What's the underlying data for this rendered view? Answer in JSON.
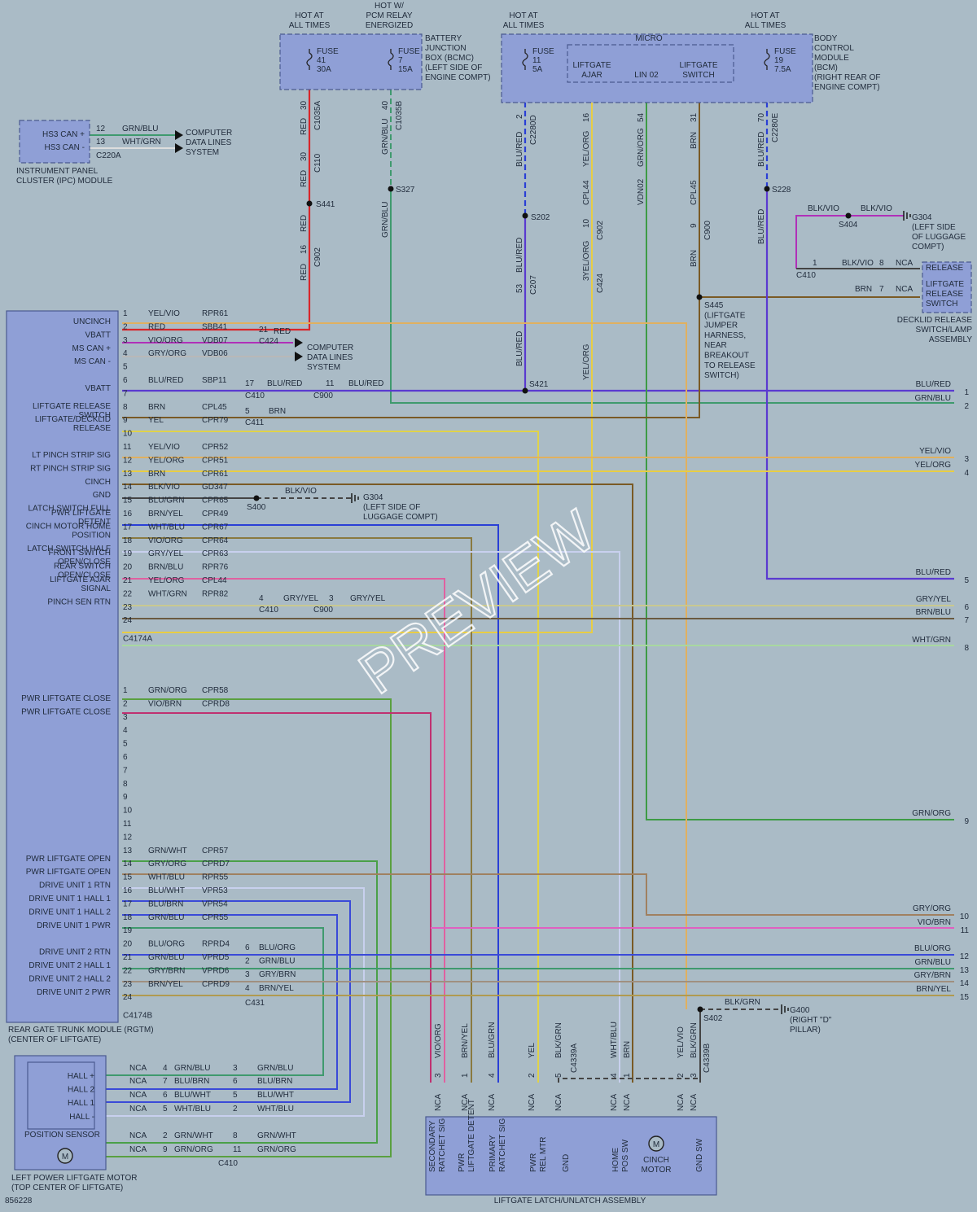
{
  "colors": {
    "background": "#aabbc6",
    "module_fill": "#8f9fd6",
    "RED": "#d8262b",
    "BLU": "#2a3fd6",
    "BLU/RED": "#5a3ad0",
    "YEL": "#e0d24a",
    "YEL/VIO": "#e0b060",
    "YEL/ORG": "#e8cd44",
    "GRN": "#3d9b45",
    "GRN/BLU": "#3f9a6e",
    "BRN": "#7a5a25",
    "BLK": "#222222",
    "VIO": "#b030b8",
    "GRY": "#b8b8b8",
    "WHT": "#eeeeee"
  },
  "watermark": "PREVIEW",
  "diagram_id": "856228",
  "headers": {
    "hot1": [
      "HOT AT",
      "ALL TIMES"
    ],
    "hot2": [
      "HOT W/",
      "PCM RELAY",
      "ENERGIZED"
    ],
    "hot3": [
      "HOT AT",
      "ALL TIMES"
    ],
    "hot4": [
      "HOT AT",
      "ALL TIMES"
    ]
  },
  "bjb": {
    "fuse41": [
      "FUSE",
      "41",
      "30A"
    ],
    "fuse7": [
      "FUSE",
      "7",
      "15A"
    ],
    "label": [
      "BATTERY",
      "JUNCTION",
      "BOX (BCMC)",
      "(LEFT SIDE OF",
      "ENGINE COMPT)"
    ]
  },
  "bcm": {
    "fuse11": [
      "FUSE",
      "11",
      "5A"
    ],
    "fuse19": [
      "FUSE",
      "19",
      "7.5A"
    ],
    "micro": "MICRO",
    "ajar": [
      "LIFTGATE",
      "AJAR"
    ],
    "lin": "LIN 02",
    "switch": [
      "LIFTGATE",
      "SWITCH"
    ],
    "label": [
      "BODY",
      "CONTROL",
      "MODULE",
      "(BCM)",
      "(RIGHT REAR OF",
      "ENGINE COMPT)"
    ]
  },
  "ipc": {
    "hs3p": "HS3 CAN +",
    "hs3m": "HS3 CAN -",
    "p12": "12",
    "p13": "13",
    "conn": "C220A",
    "w1": "GRN/BLU",
    "w2": "WHT/GRN",
    "dest": [
      "COMPUTER",
      "DATA LINES",
      "SYSTEM"
    ],
    "label": [
      "INSTRUMENT PANEL",
      "CLUSTER (IPC) MODULE"
    ]
  },
  "rgtm": {
    "pins_a": [
      {
        "label": "UNCINCH",
        "pin": "1",
        "color": "YEL/VIO",
        "circuit": "RPR61"
      },
      {
        "label": "VBATT",
        "pin": "2",
        "color": "RED",
        "circuit": "SBB41"
      },
      {
        "label": "MS CAN +",
        "pin": "3",
        "color": "VIO/ORG",
        "circuit": "VDB07"
      },
      {
        "label": "MS CAN -",
        "pin": "4",
        "color": "GRY/ORG",
        "circuit": "VDB06"
      },
      {
        "label": "",
        "pin": "5",
        "color": "",
        "circuit": ""
      },
      {
        "label": "VBATT",
        "pin": "6",
        "color": "BLU/RED",
        "circuit": "SBP11"
      },
      {
        "label": "",
        "pin": "7",
        "color": "",
        "circuit": ""
      },
      {
        "label": "LIFTGATE RELEASE SWITCH",
        "pin": "8",
        "color": "BRN",
        "circuit": "CPL45"
      },
      {
        "label": "LIFTGATE/DECKLID RELEASE",
        "pin": "9",
        "color": "YEL",
        "circuit": "CPR79"
      },
      {
        "label": "",
        "pin": "10",
        "color": "",
        "circuit": ""
      },
      {
        "label": "LT PINCH STRIP SIG",
        "pin": "11",
        "color": "YEL/VIO",
        "circuit": "CPR52"
      },
      {
        "label": "RT PINCH STRIP SIG",
        "pin": "12",
        "color": "YEL/ORG",
        "circuit": "CPR51"
      },
      {
        "label": "CINCH",
        "pin": "13",
        "color": "BRN",
        "circuit": "CPR61"
      },
      {
        "label": "GND",
        "pin": "14",
        "color": "BLK/VIO",
        "circuit": "GD347"
      },
      {
        "label": "LATCH SWITCH FULL",
        "pin": "15",
        "color": "BLU/GRN",
        "circuit": "CPR65"
      },
      {
        "label": "PWR LIFTGATE DETENT",
        "pin": "16",
        "color": "BRN/YEL",
        "circuit": "CPR49"
      },
      {
        "label": "CINCH MOTOR HOME POSITION",
        "pin": "17",
        "color": "WHT/BLU",
        "circuit": "CPR67"
      },
      {
        "label": "LATCH SWITCH HALF",
        "pin": "18",
        "color": "VIO/ORG",
        "circuit": "CPR64"
      },
      {
        "label": "FRONT SWITCH OPEN/CLOSE",
        "pin": "19",
        "color": "GRY/YEL",
        "circuit": "CPR63"
      },
      {
        "label": "REAR SWITCH OPEN/CLOSE",
        "pin": "20",
        "color": "BRN/BLU",
        "circuit": "RPR76"
      },
      {
        "label": "LIFTGATE AJAR SIGNAL",
        "pin": "21",
        "color": "YEL/ORG",
        "circuit": "CPL44"
      },
      {
        "label": "PINCH SEN RTN",
        "pin": "22",
        "color": "WHT/GRN",
        "circuit": "RPR82"
      },
      {
        "label": "",
        "pin": "23",
        "color": "",
        "circuit": ""
      },
      {
        "label": "",
        "pin": "24",
        "color": "",
        "circuit": ""
      }
    ],
    "conn_a": "C4174A",
    "pins_b": [
      {
        "label": "PWR LIFTGATE CLOSE",
        "pin": "1",
        "color": "GRN/ORG",
        "circuit": "CPR58"
      },
      {
        "label": "PWR LIFTGATE CLOSE",
        "pin": "2",
        "color": "VIO/BRN",
        "circuit": "CPRD8"
      },
      {
        "label": "",
        "pin": "3",
        "color": "",
        "circuit": ""
      },
      {
        "label": "",
        "pin": "4",
        "color": "",
        "circuit": ""
      },
      {
        "label": "",
        "pin": "5",
        "color": "",
        "circuit": ""
      },
      {
        "label": "",
        "pin": "6",
        "color": "",
        "circuit": ""
      },
      {
        "label": "",
        "pin": "7",
        "color": "",
        "circuit": ""
      },
      {
        "label": "",
        "pin": "8",
        "color": "",
        "circuit": ""
      },
      {
        "label": "",
        "pin": "9",
        "color": "",
        "circuit": ""
      },
      {
        "label": "",
        "pin": "10",
        "color": "",
        "circuit": ""
      },
      {
        "label": "",
        "pin": "11",
        "color": "",
        "circuit": ""
      },
      {
        "label": "",
        "pin": "12",
        "color": "",
        "circuit": ""
      },
      {
        "label": "PWR LIFTGATE OPEN",
        "pin": "13",
        "color": "GRN/WHT",
        "circuit": "CPR57"
      },
      {
        "label": "PWR LIFTGATE OPEN",
        "pin": "14",
        "color": "GRY/ORG",
        "circuit": "CPRD7"
      },
      {
        "label": "DRIVE UNIT 1 RTN",
        "pin": "15",
        "color": "WHT/BLU",
        "circuit": "RPR55"
      },
      {
        "label": "DRIVE UNIT 1 HALL 1",
        "pin": "16",
        "color": "BLU/WHT",
        "circuit": "VPR53"
      },
      {
        "label": "DRIVE UNIT 1 HALL 2",
        "pin": "17",
        "color": "BLU/BRN",
        "circuit": "VPR54"
      },
      {
        "label": "DRIVE UNIT 1 PWR",
        "pin": "18",
        "color": "GRN/BLU",
        "circuit": "CPR55"
      },
      {
        "label": "",
        "pin": "19",
        "color": "",
        "circuit": ""
      },
      {
        "label": "DRIVE UNIT 2 RTN",
        "pin": "20",
        "color": "BLU/ORG",
        "circuit": "RPRD4"
      },
      {
        "label": "DRIVE UNIT 2 HALL 1",
        "pin": "21",
        "color": "GRN/BLU",
        "circuit": "VPRD5"
      },
      {
        "label": "DRIVE UNIT 2 HALL 2",
        "pin": "22",
        "color": "GRY/BRN",
        "circuit": "VPRD6"
      },
      {
        "label": "DRIVE UNIT 2 PWR",
        "pin": "23",
        "color": "BRN/YEL",
        "circuit": "CPRD9"
      },
      {
        "label": "",
        "pin": "24",
        "color": "",
        "circuit": ""
      }
    ],
    "conn_b": "C4174B",
    "label": [
      "REAR GATE TRUNK MODULE (RGTM)",
      "(CENTER OF LIFTGATE)"
    ]
  },
  "right_wires": [
    {
      "label": "BLU/RED",
      "num": "1"
    },
    {
      "label": "GRN/BLU",
      "num": "2"
    },
    {
      "label": "YEL/VIO",
      "num": "3"
    },
    {
      "label": "YEL/ORG",
      "num": "4"
    },
    {
      "label": "BLU/RED",
      "num": "5"
    },
    {
      "label": "GRY/YEL",
      "num": "6"
    },
    {
      "label": "BRN/BLU",
      "num": "7"
    },
    {
      "label": "WHT/GRN",
      "num": "8"
    },
    {
      "label": "GRN/ORG",
      "num": "9"
    },
    {
      "label": "GRY/ORG",
      "num": "10"
    },
    {
      "label": "VIO/BRN",
      "num": "11"
    },
    {
      "label": "BLU/ORG",
      "num": "12"
    },
    {
      "label": "GRN/BLU",
      "num": "13"
    },
    {
      "label": "GRY/BRN",
      "num": "14"
    },
    {
      "label": "BRN/YEL",
      "num": "15"
    }
  ],
  "vert": {
    "red_top": {
      "pin": "30",
      "conn": "C1035A"
    },
    "red_mid": {
      "pin": "30",
      "conn": "C110"
    },
    "s441": "S441",
    "red_low": {
      "pin": "16",
      "conn": "C902"
    },
    "red": "RED",
    "gb_top": {
      "pin": "40",
      "conn": "C1035B"
    },
    "gb": "GRN/BLU",
    "s327": "S327",
    "br_top": {
      "pin": "2",
      "conn": "C2280D"
    },
    "blured": "BLU/RED",
    "s202": "S202",
    "br_mid": {
      "pin": "53",
      "conn": "C207"
    },
    "s421": "S421",
    "yo_top": {
      "pin": "16",
      "conn": "CPL44"
    },
    "yo_c902": {
      "pin": "10",
      "conn": "C902"
    },
    "yo_c424": {
      "pin": "3",
      "conn": "C424"
    },
    "yelorg": "YEL/ORG",
    "go_top": {
      "pin": "54",
      "conn": "VDN02"
    },
    "grnorg": "GRN/ORG",
    "bn_top": {
      "pin": "31",
      "conn": "CPL45"
    },
    "bn_c900": {
      "pin": "9",
      "conn": "C900"
    },
    "brn": "BRN",
    "s445": [
      "S445",
      "(LIFTGATE",
      "JUMPER",
      "HARNESS,",
      "NEAR",
      "BREAKOUT",
      "TO RELEASE",
      "SWITCH)"
    ],
    "br2_top": {
      "pin": "70",
      "conn": "C2280E"
    },
    "s228": "S228"
  },
  "row_conns": {
    "c424": {
      "pin": "21",
      "color": "RED",
      "conn": "C424"
    },
    "c410a": {
      "pin": "17",
      "color": "BLU/RED",
      "conn": "C410"
    },
    "c900a": {
      "pin": "11",
      "color": "BLU/RED",
      "conn": "C900"
    },
    "c411": {
      "pin": "5",
      "color": "BRN",
      "conn": "C411"
    },
    "gnd": {
      "splice": "S400",
      "color": "BLK/VIO",
      "g": [
        "G304",
        "(LEFT SIDE OF",
        "LUGGAGE COMPT)"
      ]
    },
    "c410b": {
      "pin": "4",
      "color": "GRY/YEL",
      "conn": "C410"
    },
    "c900b": {
      "pin": "3",
      "color": "GRY/YEL",
      "conn": "C900"
    },
    "ms_dest": [
      "COMPUTER",
      "DATA LINES",
      "SYSTEM"
    ],
    "c431": [
      {
        "pin": "6",
        "color": "BLU/ORG"
      },
      {
        "pin": "2",
        "color": "GRN/BLU"
      },
      {
        "pin": "3",
        "color": "GRY/BRN"
      },
      {
        "pin": "4",
        "color": "BRN/YEL"
      }
    ],
    "c431_conn": "C431"
  },
  "decklid": {
    "s404": "S404",
    "w1": "BLK/VIO",
    "w2": "BLK/VIO",
    "g304": [
      "G304",
      "(LEFT SIDE",
      "OF LUGGAGE",
      "COMPT)"
    ],
    "c410": {
      "pin": "1",
      "conn": "C410"
    },
    "w3": "BLK/VIO",
    "p8": "8",
    "nca1": "NCA",
    "w4": "BRN",
    "p7": "7",
    "nca2": "NCA",
    "release": "RELEASE",
    "liftgate_release": [
      "LIFTGATE",
      "RELEASE",
      "SWITCH"
    ],
    "label": [
      "DECKLID RELEASE",
      "SWITCH/LAMP",
      "ASSEMBLY"
    ]
  },
  "motor": {
    "hall": [
      "HALL +",
      "HALL 2",
      "HALL 1",
      "HALL -"
    ],
    "pos_sensor": "POSITION SENSOR",
    "rows": [
      {
        "nca": "NCA",
        "p1": "4",
        "c1": "GRN/BLU",
        "p2": "3",
        "c2": "GRN/BLU"
      },
      {
        "nca": "NCA",
        "p1": "7",
        "c1": "BLU/BRN",
        "p2": "6",
        "c2": "BLU/BRN"
      },
      {
        "nca": "NCA",
        "p1": "6",
        "c1": "BLU/WHT",
        "p2": "5",
        "c2": "BLU/WHT"
      },
      {
        "nca": "NCA",
        "p1": "5",
        "c1": "WHT/BLU",
        "p2": "2",
        "c2": "WHT/BLU"
      },
      {
        "nca": "NCA",
        "p1": "2",
        "c1": "GRN/WHT",
        "p2": "8",
        "c2": "GRN/WHT"
      },
      {
        "nca": "NCA",
        "p1": "9",
        "c1": "GRN/ORG",
        "p2": "11",
        "c2": "GRN/ORG"
      }
    ],
    "conn": "C410",
    "m": "M",
    "label": [
      "LEFT POWER LIFTGATE MOTOR",
      "(TOP CENTER OF LIFTGATE)"
    ]
  },
  "latch": {
    "wires": [
      {
        "pin": "3",
        "color": "VIO/ORG"
      },
      {
        "pin": "1",
        "color": "BRN/YEL"
      },
      {
        "pin": "4",
        "color": "BLU/GRN"
      },
      {
        "pin": "2",
        "color": "YEL"
      },
      {
        "pin": "5",
        "color": "BLK/GRN"
      },
      {
        "pin": "4",
        "color": "WHT/BLU"
      },
      {
        "pin": "1",
        "color": "BRN"
      },
      {
        "pin": "2",
        "color": "YEL/VIO"
      },
      {
        "pin": "3",
        "color": "BLK/GRN"
      }
    ],
    "c4339a": "C4339A",
    "c4339b": "C4339B",
    "nca": "NCA",
    "funcs": [
      "SECONDARY RATCHET SIG",
      "PWR LIFTGATE DETENT",
      "PRIMARY RATCHET SIG",
      "PWR REL MTR",
      "GND",
      "HOME POS SW",
      "GND SW"
    ],
    "cinch": [
      "CINCH",
      "MOTOR"
    ],
    "m": "M",
    "label": "LIFTGATE LATCH/UNLATCH ASSEMBLY",
    "s402": "S402",
    "g400_wire": "BLK/GRN",
    "g400": [
      "G400",
      "(RIGHT \"D\"",
      "PILLAR)"
    ]
  }
}
